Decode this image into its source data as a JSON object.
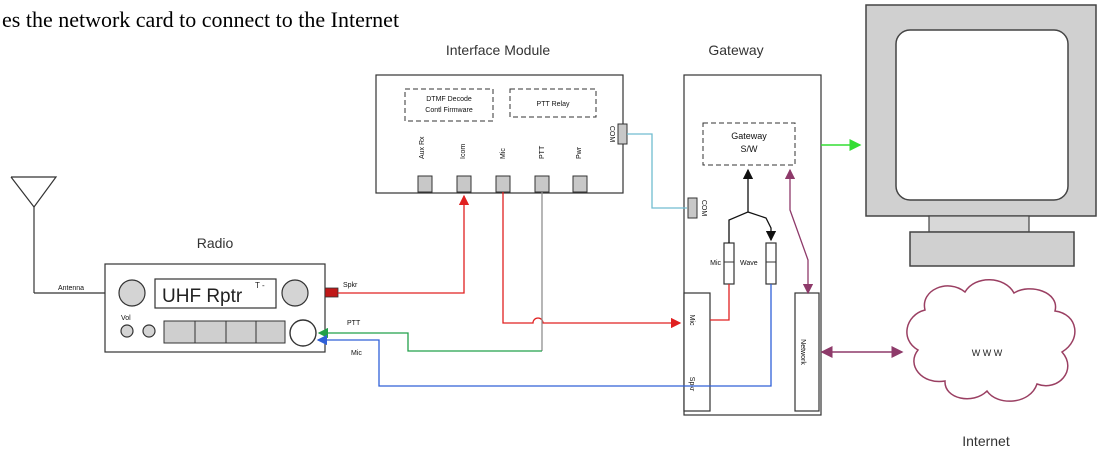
{
  "caption": "es the network card to connect to the Internet",
  "interface_module": {
    "title": "Interface Module",
    "dtmf_label_1": "DTMF Decode",
    "dtmf_label_2": "Contl Firmware",
    "ptt_relay": "PTT Relay",
    "com": "COM",
    "ports": [
      "Aux Rx",
      "Icom",
      "Mic",
      "PTT",
      "Pwr"
    ]
  },
  "gateway": {
    "title": "Gateway",
    "sw_label_1": "Gateway",
    "sw_label_2": "S/W",
    "com": "COM",
    "mic_slider": "Mic",
    "wave_slider": "Wave",
    "mic_port": "Mic",
    "spkr_port": "Spkr",
    "network_port": "Network"
  },
  "radio": {
    "title": "Radio",
    "display": "UHF Rptr",
    "display_mark": "T -",
    "antenna": "Antenna",
    "spkr": "Spkr",
    "vol": "Vol",
    "ptt": "PTT",
    "mic": "Mic"
  },
  "internet": {
    "cloud_text": "W W W",
    "label": "Internet"
  },
  "colors": {
    "red": "#e02020",
    "green": "#22a04a",
    "blue": "#3060d8",
    "cyan": "#70bcd0",
    "purple": "#8e3a6a",
    "bright_green": "#33dd33",
    "gray": "#909090"
  }
}
